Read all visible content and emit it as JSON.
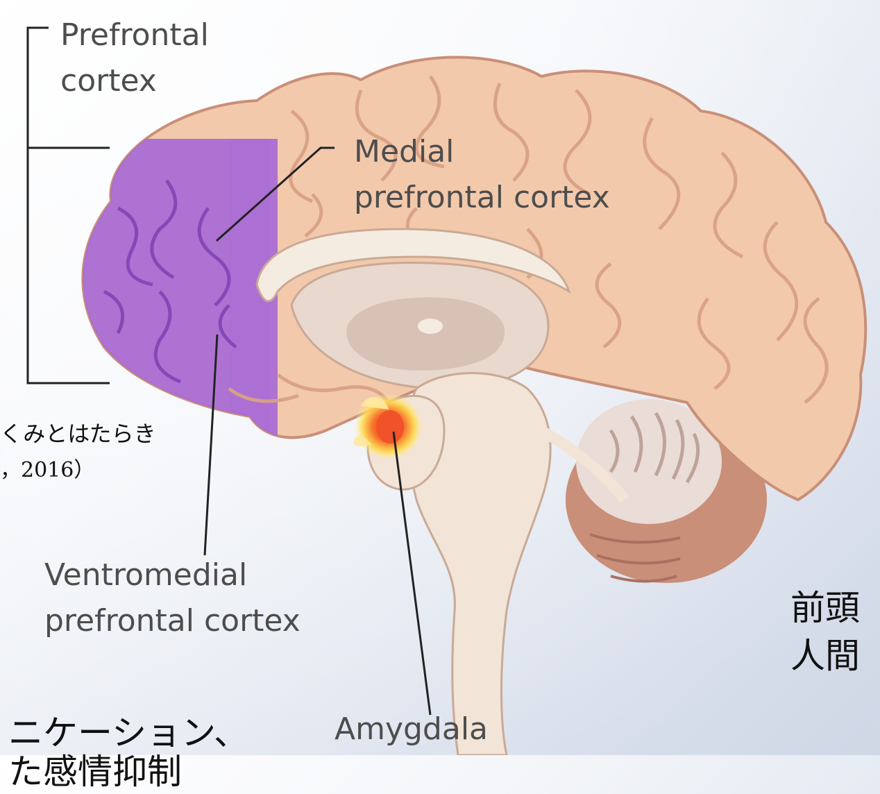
{
  "labels": {
    "prefrontal_line1": "Prefrontal",
    "prefrontal_line2": "cortex",
    "medial_line1": "Medial",
    "medial_line2": "prefrontal cortex",
    "ventromedial_line1": "Ventromedial",
    "ventromedial_line2": "prefrontal cortex",
    "amygdala": "Amygdala"
  },
  "overlay_text": {
    "caption_line1": "くみとはたらき",
    "caption_line2": "，2016）",
    "right_line1": "前頭",
    "right_line2": "人間",
    "bottom_line1": "ニケーション、",
    "bottom_line2": "た感情抑制"
  },
  "colors": {
    "background": "#e9edf4",
    "cortex": "#f3c9ac",
    "prefrontal_highlight": "#a86ad6",
    "amygdala_core": "#f0522a",
    "amygdala_glow": "#ffe46a",
    "leader_lines": "#222222"
  }
}
